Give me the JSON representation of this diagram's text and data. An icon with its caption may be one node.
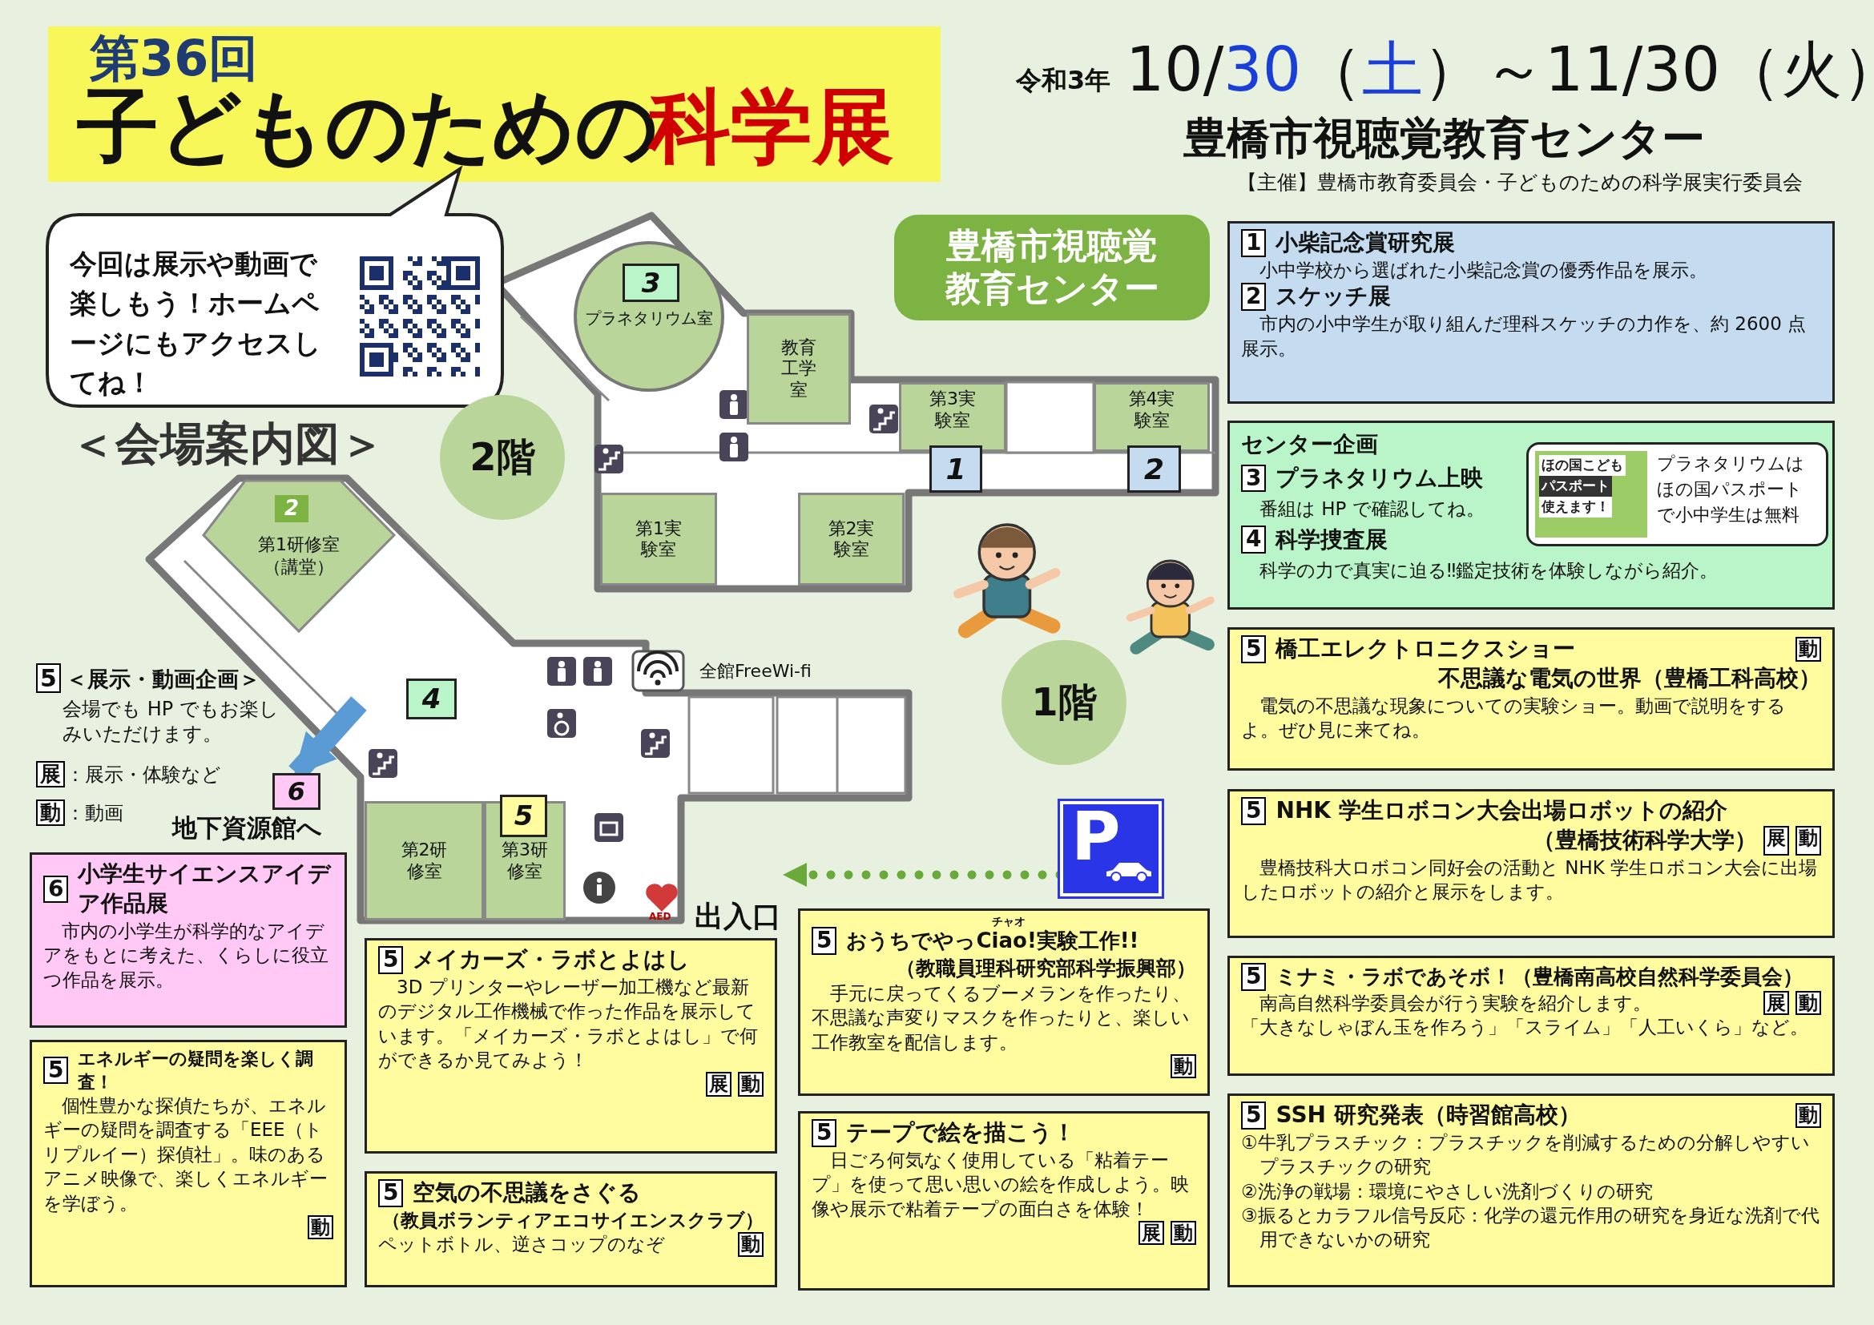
{
  "diagram": {
    "nodes": [
      {
        "text": [
          "第36回",
          "子どものための",
          "科学展"
        ]
      },
      {
        "text": [
          "今回は展示や動画で楽しもう！ホームページにもアクセスしてね！"
        ]
      },
      {
        "text": [
          "2階"
        ]
      },
      {
        "text": [
          "豊橋市視聴覚教育センター"
        ]
      },
      {
        "text": [
          "プラネタリウム室"
        ]
      },
      {
        "text": [
          "3"
        ],
        "in": 4
      },
      {
        "text": [
          "教育工学室"
        ]
      },
      {
        "text": [
          "第3実験室"
        ]
      },
      {
        "text": [
          "1"
        ]
      },
      {
        "text": [
          "第4実験室"
        ]
      },
      {
        "text": [
          "2"
        ]
      },
      {
        "text": [
          "第1実験室"
        ]
      },
      {
        "text": [
          "第2実験室"
        ]
      },
      {
        "text": [
          "第1研修室（講堂）"
        ]
      },
      {
        "text": [
          "2"
        ],
        "in": 13
      },
      {
        "text": [
          "4"
        ]
      },
      {
        "text": [
          "1階"
        ]
      },
      {
        "text": [
          "第2研修室"
        ]
      },
      {
        "text": [
          "第3研修室"
        ]
      },
      {
        "text": [
          "5"
        ]
      },
      {
        "text": [
          "6"
        ]
      },
      {
        "text": [
          "P"
        ]
      },
      {
        "text": [
          "出入口"
        ]
      },
      {
        "text": [
          "1",
          "小柴記念賞研究展",
          "小中学校から選ばれた小柴記念賞の優秀作品を展示。",
          "2",
          "スケッチ展",
          "市内の小中学生が取り組んだ理科スケッチの力作を、約 2600 点展示。"
        ]
      },
      {
        "text": [
          "センター企画",
          "3",
          "プラネタリウム上映",
          "番組は HP で確認してね。",
          "4",
          "科学捜査展",
          "科学の力で真実に迫る‼鑑定技術を体験しながら紹介。"
        ]
      },
      {
        "text": [
          "ほの国こども",
          "パスポート",
          "使えます！",
          "プラネタリウムはほの国パスポートで小中学生は無料"
        ],
        "in": 24
      },
      {
        "text": [
          "5",
          "橋工エレクトロニクスショー",
          "不思議な電気の世界（豊橋工科高校）",
          "動",
          "電気の不思議な現象についての実験ショー。動画で説明をするよ。ぜひ見に来てね。"
        ]
      },
      {
        "text": [
          "5",
          "NHK 学生ロボコン大会出場ロボットの紹介",
          "（豊橋技術科学大学）",
          "展",
          "動",
          "豊橋技科大ロボコン同好会の活動と NHK 学生ロボコン大会に出場したロボットの紹介と展示をします。"
        ]
      },
      {
        "text": [
          "5",
          "ミナミ・ラボであそボ！（豊橋南高校自然科学委員会）",
          "南高自然科学委員会が行う実験を紹介します。",
          "展",
          "動",
          "「大きなしゃぼん玉を作ろう」「スライム」「人工いくら」など。"
        ]
      },
      {
        "text": [
          "5",
          "SSH 研究発表（時習館高校）",
          "動",
          "①牛乳プラスチック：プラスチックを削減するための分解しやすいプラスチックの研究",
          "②洗浄の戦場：環境にやさしい洗剤づくりの研究",
          "③振るとカラフル信号反応：化学の還元作用の研究を身近な洗剤で代用できないかの研究"
        ]
      },
      {
        "text": [
          "6",
          "小学生サイエンスアイデア作品展",
          "市内の小学生が科学的なアイデアをもとに考えた、くらしに役立つ作品を展示。"
        ]
      },
      {
        "text": [
          "5",
          "エネルギーの疑問を楽しく調査！",
          "個性豊かな探偵たちが、エネルギーの疑問を調査する「EEE（トリプルイー）探偵社」。味のあるアニメ映像で、楽しくエネルギーを学ぼう。",
          "動"
        ]
      },
      {
        "text": [
          "5",
          "メイカーズ・ラボとよはし",
          "3D プリンターやレーザー加工機など最新のデジタル工作機械で作った作品を展示しています。「メイカーズ・ラボとよはし」で何ができるか見てみよう！",
          "展",
          "動"
        ]
      },
      {
        "text": [
          "5",
          "空気の不思議をさぐる",
          "（教員ボランティアエコサイエンスクラブ）",
          "ペットボトル、逆さコップのなぞ",
          "動"
        ]
      },
      {
        "text": [
          "5",
          "チャオ",
          "おうちでやっCiao!実験工作!!",
          "（教職員理科研究部科学振興部）",
          "手元に戻ってくるブーメランを作ったり、不思議な声変りマスクを作ったりと、楽しい工作教室を配信します。",
          "動"
        ]
      },
      {
        "text": [
          "5",
          "テープで絵を描こう！",
          "日ごろ何気なく使用している「粘着テープ」を使って思い思いの絵を作成しよう。映像や展示で粘着テープの面白さを体験！",
          "展",
          "動"
        ]
      }
    ],
    "edges": [
      {
        "from": 21,
        "to": 22,
        "arrow": "to",
        "style": "dashed",
        "color": "#6aaa3a"
      },
      {
        "from": null,
        "to": 20,
        "arrow": "to",
        "style": "thick",
        "color": "#5b9bd5"
      }
    ],
    "labels": [
      "令和3年",
      "10/*30*（*土*）～11/30（火）",
      "豊橋市視聴覚教育センター",
      "【主催】豊橋市教育委員会・子どものための科学展実行委員会",
      "＜会場案内図＞",
      "全館FreeWi-fi",
      "AED",
      "5",
      "＜展示・動画企画＞",
      "会場でも HP でもお楽しみいただけます。",
      "展",
      "：展示・体験など",
      "動",
      "：動画",
      "地下資源館へ"
    ]
  }
}
